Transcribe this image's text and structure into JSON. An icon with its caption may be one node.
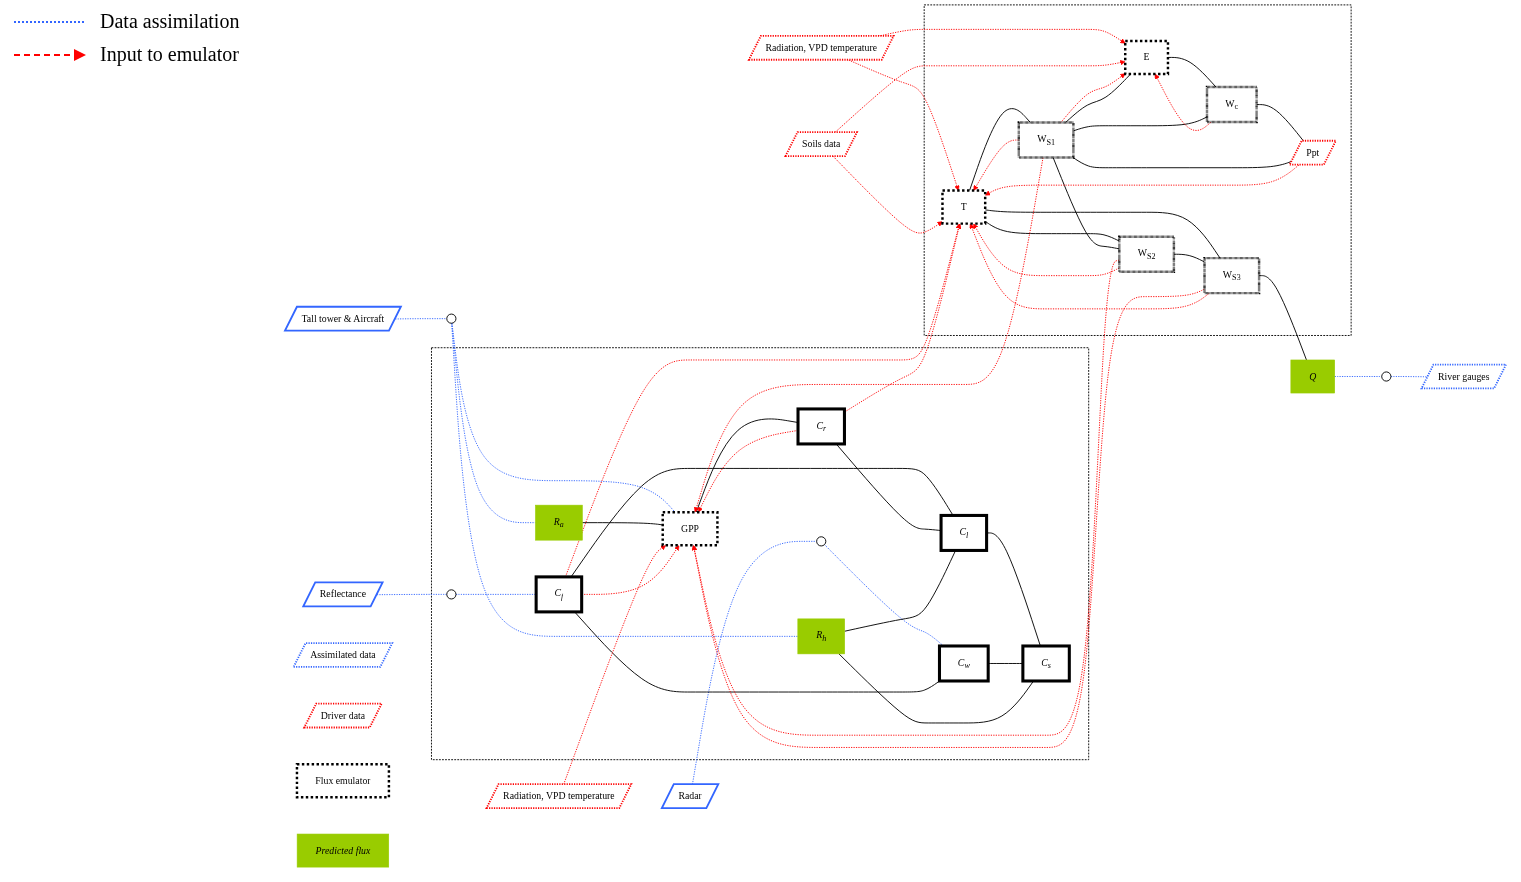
{
  "diagram": {
    "nodes": [
      {
        "text": [
          "Tall tower & Aircraft"
        ]
      },
      {
        "text": [
          "Radiation, VPD temperature"
        ]
      },
      {
        "text": [
          "Soils data"
        ]
      },
      {
        "text": [],
        "shape": "circle"
      },
      {
        "text": [],
        "shape": "box"
      },
      {
        "text": [
          "R$_{a}$"
        ],
        "in": 4
      },
      {
        "text": [
          "R$_{h}$"
        ],
        "in": 4
      },
      {
        "text": [
          "Reflectance"
        ]
      },
      {
        "text": [],
        "shape": "circle",
        "in": 4
      },
      {
        "text": [
          "C$_{f}$"
        ],
        "in": 4
      },
      {
        "text": [
          "C$_{l}$"
        ],
        "in": 4
      },
      {
        "text": [
          "C$_{r}$"
        ],
        "in": 4
      },
      {
        "text": [
          "GPP"
        ],
        "in": 4
      },
      {
        "text": [
          "Radiation, VPD temperature"
        ]
      },
      {
        "text": [
          "C$_{w}$"
        ],
        "in": 4
      },
      {
        "text": [
          "C$_{s}$"
        ],
        "in": 4
      },
      {
        "text": [],
        "shape": "circle",
        "in": 4
      },
      {
        "text": [
          "Radar"
        ]
      },
      {
        "text": [],
        "shape": "box"
      },
      {
        "text": [
          "E"
        ],
        "in": 18
      },
      {
        "text": [
          "T"
        ],
        "in": 18
      },
      {
        "text": [
          "W$_{c}$"
        ],
        "in": 18
      },
      {
        "text": [
          "Ppt"
        ],
        "in": 18
      },
      {
        "text": [
          "W$_{S1}$"
        ],
        "in": 18
      },
      {
        "text": [
          "W$_{S2}$"
        ],
        "in": 18
      },
      {
        "text": [
          "W$_{S3}$"
        ],
        "in": 18
      },
      {
        "text": [
          "Q"
        ]
      },
      {
        "text": [],
        "shape": "circle"
      },
      {
        "text": [
          "River gauges"
        ]
      },
      {
        "text": [
          "Assimilated data"
        ]
      },
      {
        "text": [
          "Driver data"
        ]
      },
      {
        "text": [
          "Flux emulator"
        ]
      },
      {
        "text": [
          "Predicted flux"
        ]
      }
    ],
    "edges": [
      {
        "from": 0,
        "to": 3,
        "arrow": "none",
        "style": "dashed",
        "color": "#3366ff"
      },
      {
        "from": 3,
        "to": 5,
        "arrow": "none",
        "style": "dashed",
        "color": "#3366ff"
      },
      {
        "from": 3,
        "to": 6,
        "arrow": "none",
        "style": "dashed",
        "color": "#3366ff"
      },
      {
        "from": 3,
        "to": 12,
        "arrow": "none",
        "style": "dashed",
        "color": "#3366ff"
      },
      {
        "from": 7,
        "to": 8,
        "arrow": "none",
        "style": "dashed",
        "color": "#3366ff"
      },
      {
        "from": 8,
        "to": 9,
        "arrow": "none",
        "style": "dashed",
        "color": "#3366ff"
      },
      {
        "from": 17,
        "to": 16,
        "arrow": "none",
        "style": "dashed",
        "color": "#3366ff"
      },
      {
        "from": 16,
        "to": 14,
        "arrow": "none",
        "style": "dashed",
        "color": "#3366ff"
      },
      {
        "from": 26,
        "to": 27,
        "arrow": "none",
        "style": "dashed",
        "color": "#3366ff"
      },
      {
        "from": 27,
        "to": 28,
        "arrow": "none",
        "style": "dashed",
        "color": "#3366ff"
      },
      {
        "from": 5,
        "to": 12,
        "arrow": "none",
        "color": "#000000"
      },
      {
        "from": 12,
        "to": 11,
        "arrow": "none",
        "color": "#000000"
      },
      {
        "from": 9,
        "to": 10,
        "arrow": "none",
        "color": "#000000"
      },
      {
        "from": 11,
        "to": 10,
        "arrow": "none",
        "color": "#000000"
      },
      {
        "from": 9,
        "to": 14,
        "arrow": "none",
        "color": "#000000"
      },
      {
        "from": 10,
        "to": 15,
        "arrow": "none",
        "color": "#000000"
      },
      {
        "from": 14,
        "to": 15,
        "arrow": "none",
        "color": "#000000"
      },
      {
        "from": 6,
        "to": 10,
        "arrow": "none",
        "color": "#000000"
      },
      {
        "from": 6,
        "to": 15,
        "arrow": "none",
        "color": "#000000"
      },
      {
        "from": 19,
        "to": 21,
        "arrow": "none",
        "color": "#000000"
      },
      {
        "from": 19,
        "to": 23,
        "arrow": "none",
        "color": "#000000"
      },
      {
        "from": 21,
        "to": 22,
        "arrow": "none",
        "color": "#000000"
      },
      {
        "from": 21,
        "to": 23,
        "arrow": "none",
        "color": "#000000"
      },
      {
        "from": 22,
        "to": 23,
        "arrow": "none",
        "color": "#000000"
      },
      {
        "from": 20,
        "to": 23,
        "arrow": "none",
        "color": "#000000"
      },
      {
        "from": 20,
        "to": 24,
        "arrow": "none",
        "color": "#000000"
      },
      {
        "from": 20,
        "to": 25,
        "arrow": "none",
        "color": "#000000"
      },
      {
        "from": 23,
        "to": 24,
        "arrow": "none",
        "color": "#000000"
      },
      {
        "from": 24,
        "to": 25,
        "arrow": "none",
        "color": "#000000"
      },
      {
        "from": 25,
        "to": 26,
        "arrow": "none",
        "color": "#000000"
      },
      {
        "from": 1,
        "to": 19,
        "arrow": "to",
        "style": "dashed",
        "color": "#ff0000"
      },
      {
        "from": 1,
        "to": 20,
        "arrow": "to",
        "style": "dashed",
        "color": "#ff0000"
      },
      {
        "from": 2,
        "to": 19,
        "arrow": "to",
        "style": "dashed",
        "color": "#ff0000"
      },
      {
        "from": 2,
        "to": 20,
        "arrow": "to",
        "style": "dashed",
        "color": "#ff0000"
      },
      {
        "from": 13,
        "to": 12,
        "arrow": "to",
        "style": "dashed",
        "color": "#ff0000"
      },
      {
        "from": 9,
        "to": 20,
        "arrow": "to",
        "style": "dashed",
        "color": "#ff0000"
      },
      {
        "from": 11,
        "to": 20,
        "arrow": "to",
        "style": "dashed",
        "color": "#ff0000"
      },
      {
        "from": 9,
        "to": 12,
        "arrow": "to",
        "style": "dashed",
        "color": "#ff0000"
      },
      {
        "from": 11,
        "to": 12,
        "arrow": "to",
        "style": "dashed",
        "color": "#ff0000"
      },
      {
        "from": 21,
        "to": 19,
        "arrow": "to",
        "style": "dashed",
        "color": "#ff0000"
      },
      {
        "from": 23,
        "to": 19,
        "arrow": "to",
        "style": "dashed",
        "color": "#ff0000"
      },
      {
        "from": 23,
        "to": 12,
        "arrow": "to",
        "style": "dashed",
        "color": "#ff0000"
      },
      {
        "from": 24,
        "to": 12,
        "arrow": "to",
        "style": "dashed",
        "color": "#ff0000"
      },
      {
        "from": 25,
        "to": 12,
        "arrow": "to",
        "style": "dashed",
        "color": "#ff0000"
      },
      {
        "from": 22,
        "to": 20,
        "arrow": "to",
        "style": "dashed",
        "color": "#ff0000"
      },
      {
        "from": 23,
        "to": 20,
        "arrow": "to",
        "style": "dashed",
        "color": "#ff0000"
      },
      {
        "from": 24,
        "to": 20,
        "arrow": "to",
        "style": "dashed",
        "color": "#ff0000"
      },
      {
        "from": 25,
        "to": 20,
        "arrow": "to",
        "style": "dashed",
        "color": "#ff0000"
      }
    ],
    "legend": [
      {
        "text": "Data assimilation"
      },
      {
        "text": "Input to emulator"
      }
    ]
  }
}
